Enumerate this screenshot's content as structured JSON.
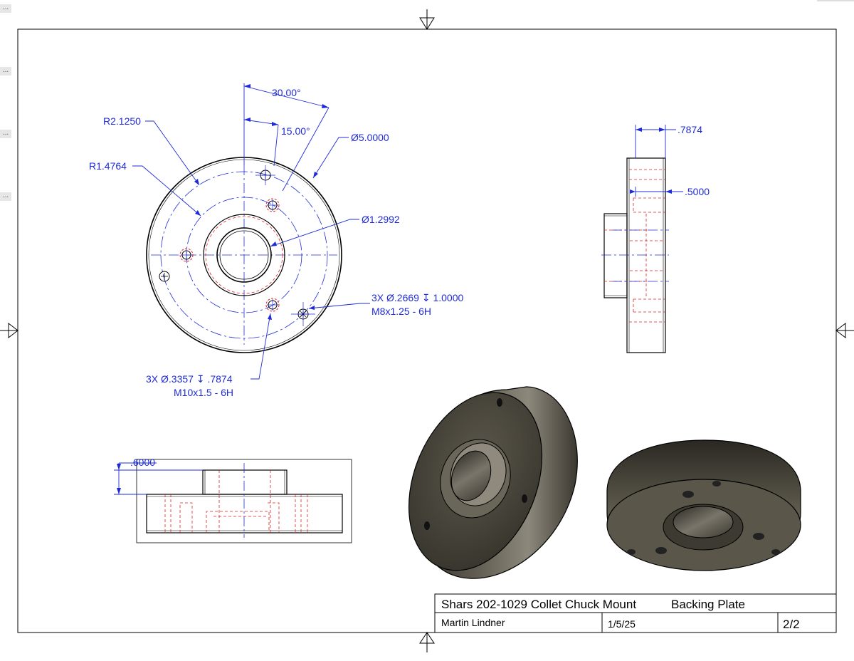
{
  "side_tabs": [
    "...",
    "...",
    "...",
    "..."
  ],
  "front_view": {
    "angle_30": "30.00°",
    "angle_15": "15.00°",
    "radius_outer": "R2.1250",
    "radius_inner": "R1.4764",
    "dia_outer": "Ø5.0000",
    "dia_bore": "Ø1.2992",
    "hole_note_a_line1": "3X Ø.2669 ↧ 1.0000",
    "hole_note_a_line2": "M8x1.25 - 6H",
    "hole_note_b_line1": "3X Ø.3357 ↧ .7874",
    "hole_note_b_line2": "M10x1.5 - 6H"
  },
  "right_view": {
    "thickness": ".7874",
    "depth": ".5000"
  },
  "bottom_view": {
    "boss_height": ".6000"
  },
  "title_block": {
    "title": "Shars 202-1029 Collet Chuck Mount",
    "part": "Backing Plate",
    "author": "Martin Lindner",
    "date": "1/5/25",
    "sheet": "2/2"
  },
  "colors": {
    "dimension": "#1f2bd6",
    "hidden_line": "#e02020",
    "outline": "#000000",
    "render_dark": "#3a372f",
    "render_mid": "#5d594d",
    "render_light": "#8a857a"
  }
}
